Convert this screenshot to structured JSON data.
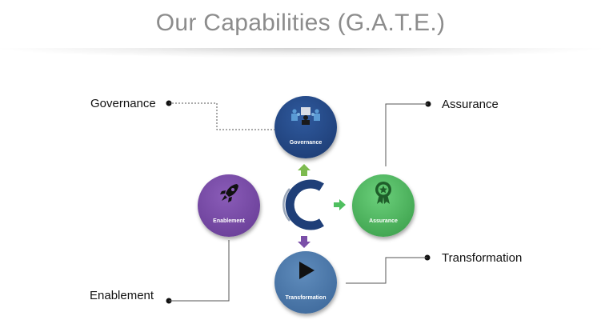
{
  "title": "Our Capabilities (G.A.T.E.)",
  "labels": {
    "governance": "Governance",
    "assurance": "Assurance",
    "transformation": "Transformation",
    "enablement": "Enablement"
  },
  "circles": {
    "governance": {
      "text": "Governance",
      "color": "#1f3f78",
      "icon": "people-meeting-icon"
    },
    "assurance": {
      "text": "Assurance",
      "color": "#3ea24e",
      "icon": "award-badge-icon"
    },
    "enablement": {
      "text": "Enablement",
      "color": "#6a3f98",
      "icon": "rocket-icon"
    },
    "transformation": {
      "text": "Transformation",
      "color": "#3f6a9c",
      "icon": "play-icon"
    }
  },
  "center": {
    "icon": "c-logo-icon",
    "color": "#1f3f78"
  },
  "arrows": {
    "up": "#7dbb4f",
    "right": "#4fbf5f",
    "down": "#7a4fa8"
  }
}
